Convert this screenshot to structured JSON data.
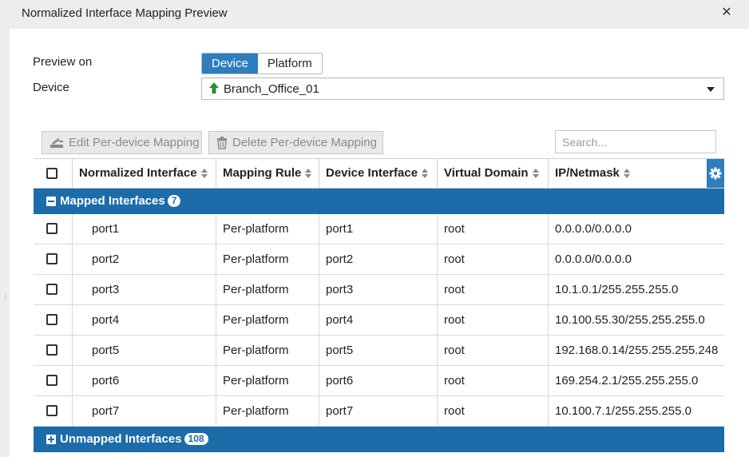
{
  "dialog": {
    "title": "Normalized Interface Mapping Preview"
  },
  "preview": {
    "label": "Preview on",
    "options": [
      "Device",
      "Platform"
    ],
    "selected": "Device"
  },
  "device": {
    "label": "Device",
    "value": "Branch_Office_01"
  },
  "toolbar": {
    "edit_label": "Edit Per-device Mapping",
    "delete_label": "Delete Per-device Mapping",
    "search_placeholder": "Search..."
  },
  "table": {
    "columns": [
      "Normalized Interface",
      "Mapping Rule",
      "Device Interface",
      "Virtual Domain",
      "IP/Netmask"
    ],
    "mapped_group": {
      "label": "Mapped Interfaces",
      "count": "7"
    },
    "unmapped_group": {
      "label": "Unmapped Interfaces",
      "count": "108"
    },
    "rows": [
      {
        "normalized": "port1",
        "rule": "Per-platform",
        "device_if": "port1",
        "vdom": "root",
        "ip": "0.0.0.0/0.0.0.0"
      },
      {
        "normalized": "port2",
        "rule": "Per-platform",
        "device_if": "port2",
        "vdom": "root",
        "ip": "0.0.0.0/0.0.0.0"
      },
      {
        "normalized": "port3",
        "rule": "Per-platform",
        "device_if": "port3",
        "vdom": "root",
        "ip": "10.1.0.1/255.255.255.0"
      },
      {
        "normalized": "port4",
        "rule": "Per-platform",
        "device_if": "port4",
        "vdom": "root",
        "ip": "10.100.55.30/255.255.255.0"
      },
      {
        "normalized": "port5",
        "rule": "Per-platform",
        "device_if": "port5",
        "vdom": "root",
        "ip": "192.168.0.14/255.255.255.248"
      },
      {
        "normalized": "port6",
        "rule": "Per-platform",
        "device_if": "port6",
        "vdom": "root",
        "ip": "169.254.2.1/255.255.255.0"
      },
      {
        "normalized": "port7",
        "rule": "Per-platform",
        "device_if": "port7",
        "vdom": "root",
        "ip": "10.100.7.1/255.255.255.0"
      }
    ]
  },
  "colors": {
    "accent": "#2d7ebf",
    "group_header": "#1b6ca8",
    "device_up": "#2e8b2e"
  }
}
